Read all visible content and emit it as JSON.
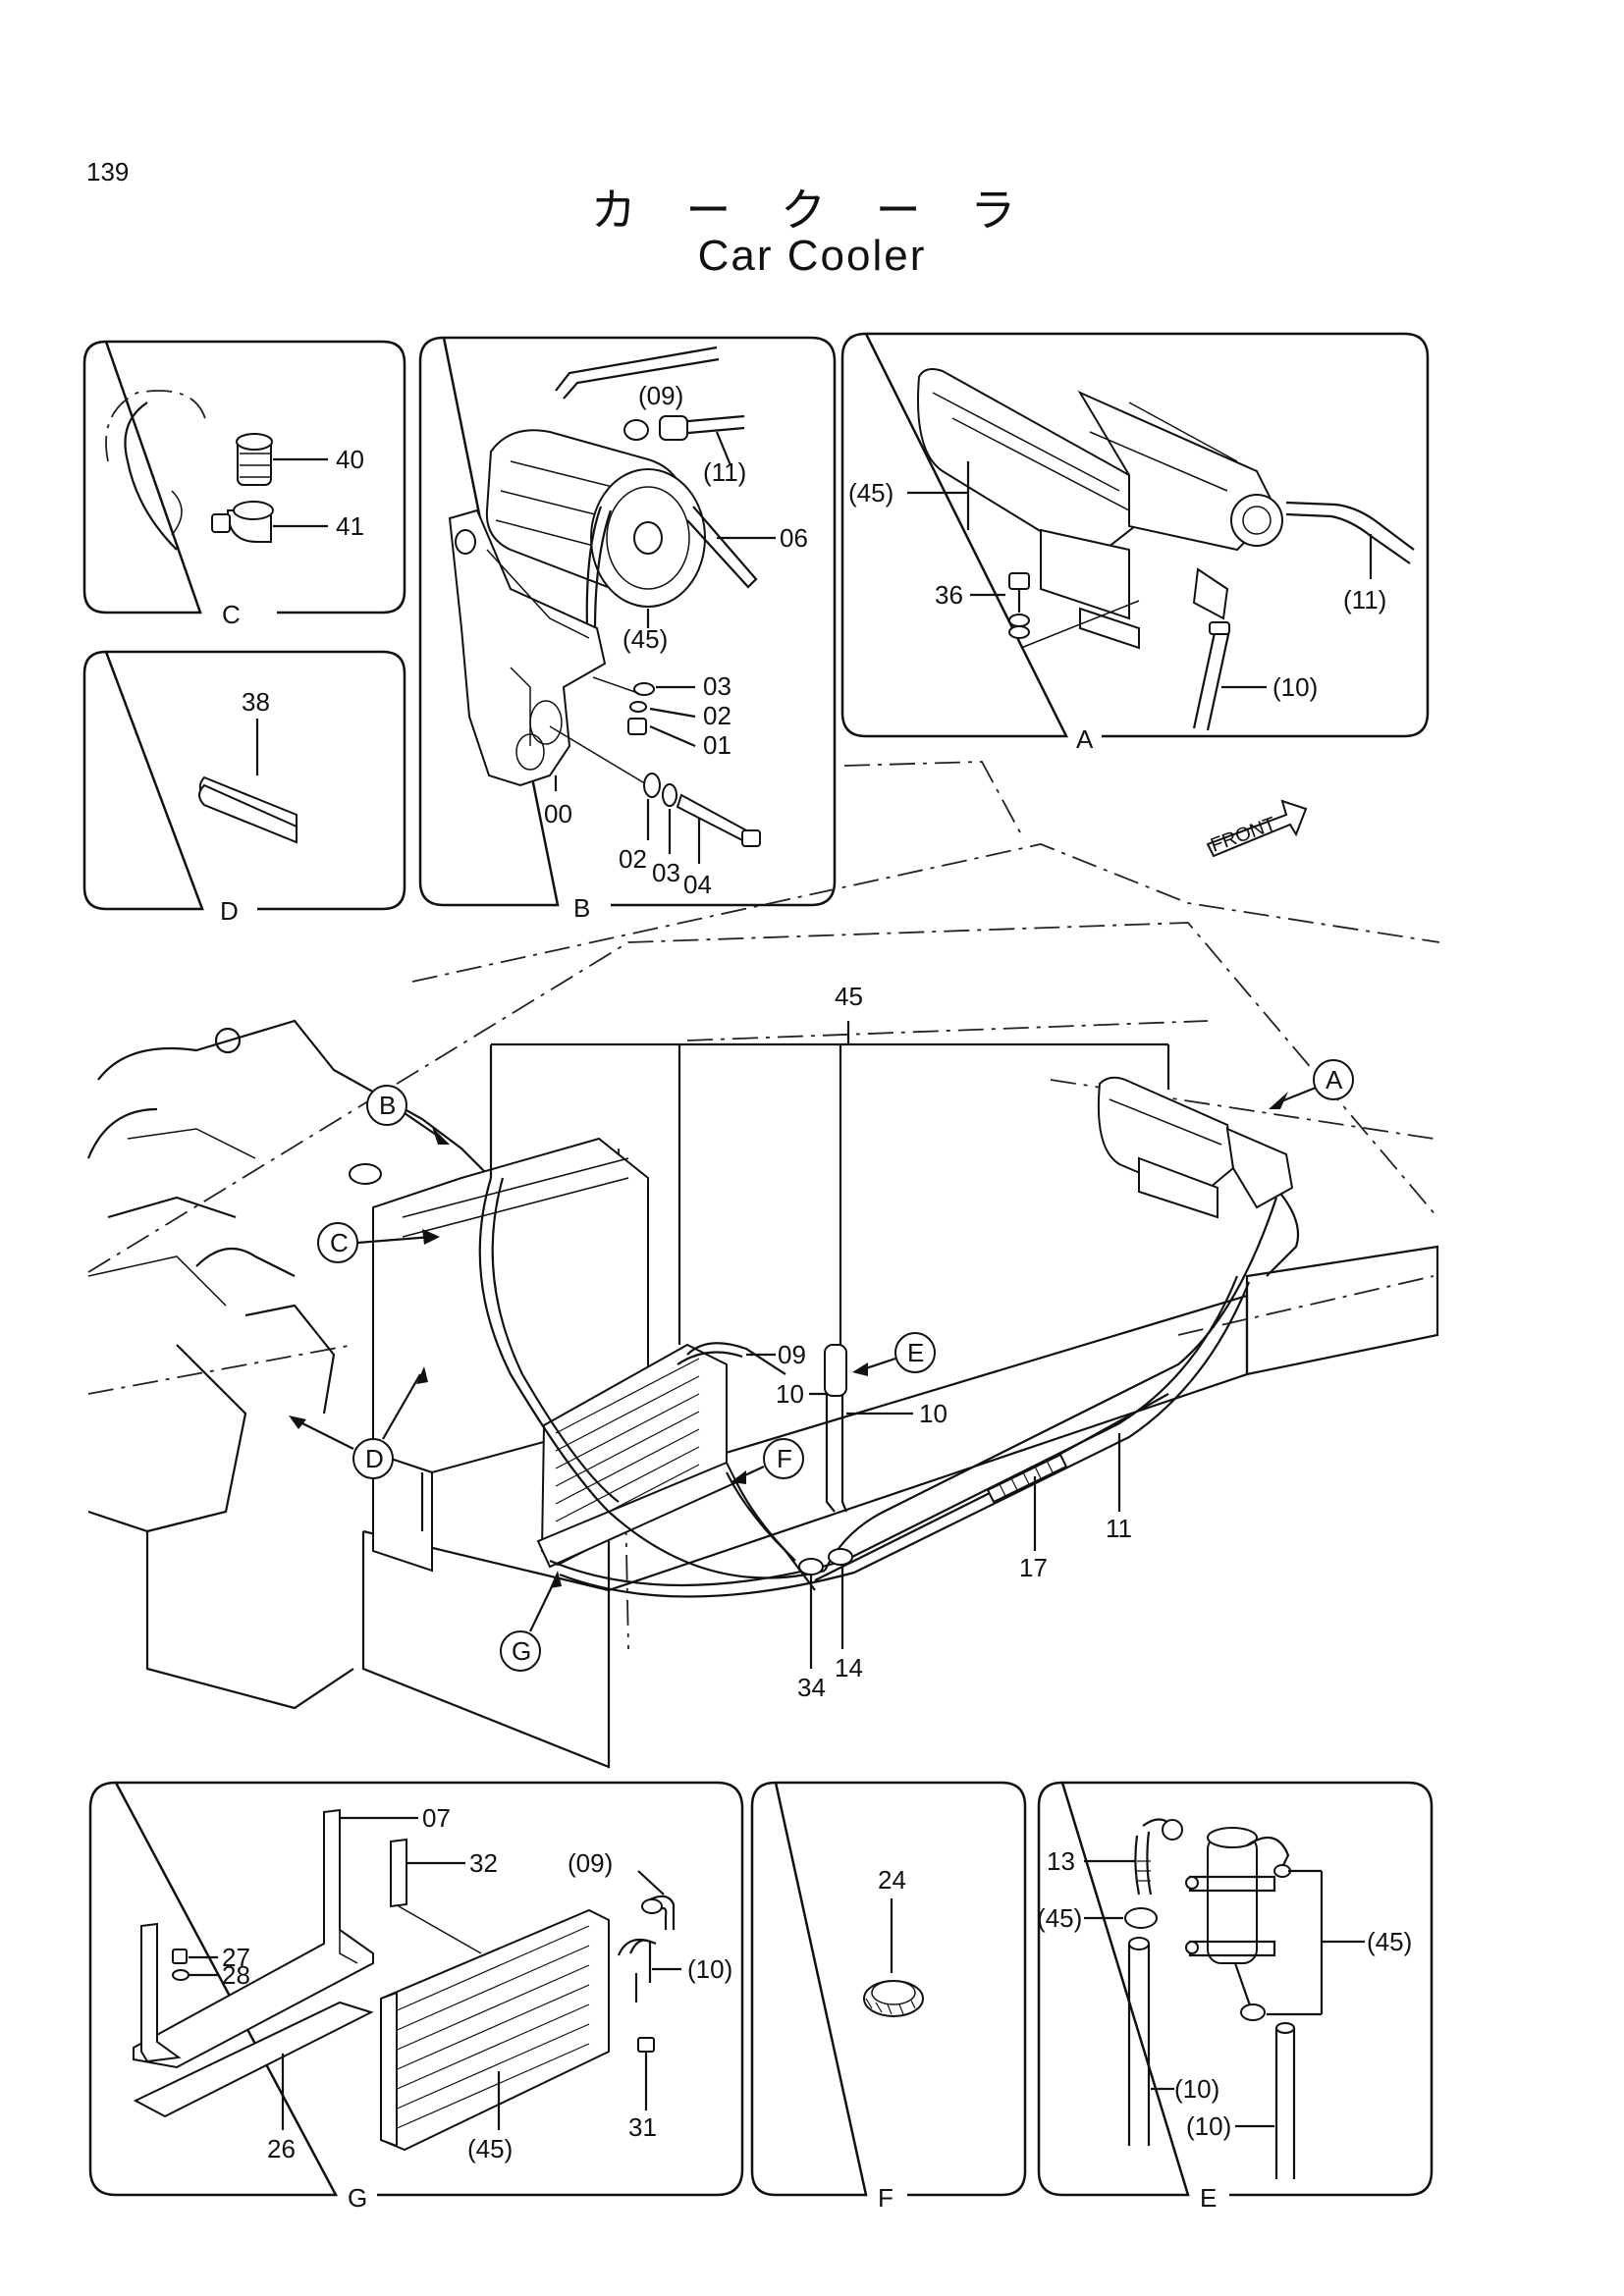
{
  "page": {
    "number": "139",
    "title_ja": "カ ー ク ー ラ",
    "title_en": "Car Cooler"
  },
  "panels": {
    "C": {
      "label": "C",
      "callouts": [
        "40",
        "41"
      ]
    },
    "D": {
      "label": "D",
      "callouts": [
        "38"
      ]
    },
    "B": {
      "label": "B",
      "callouts": [
        "(09)",
        "(11)",
        "06",
        "(45)",
        "03",
        "02",
        "01",
        "00",
        "03",
        "02",
        "04"
      ]
    },
    "A": {
      "label": "A",
      "callouts": [
        "(45)",
        "36",
        "(11)",
        "(10)"
      ]
    },
    "G": {
      "label": "G",
      "callouts": [
        "07",
        "32",
        "(09)",
        "27",
        "28",
        "(10)",
        "31",
        "26",
        "(45)"
      ]
    },
    "F": {
      "label": "F",
      "callouts": [
        "24"
      ]
    },
    "E": {
      "label": "E",
      "callouts": [
        "13",
        "(45)",
        "(45)",
        "(10)",
        "(10)"
      ]
    }
  },
  "front_label": "FRONT",
  "main_callouts": [
    "45",
    "09",
    "10",
    "10",
    "11",
    "17",
    "34",
    "14"
  ],
  "detail_markers": [
    "A",
    "B",
    "C",
    "D",
    "E",
    "F",
    "G"
  ]
}
